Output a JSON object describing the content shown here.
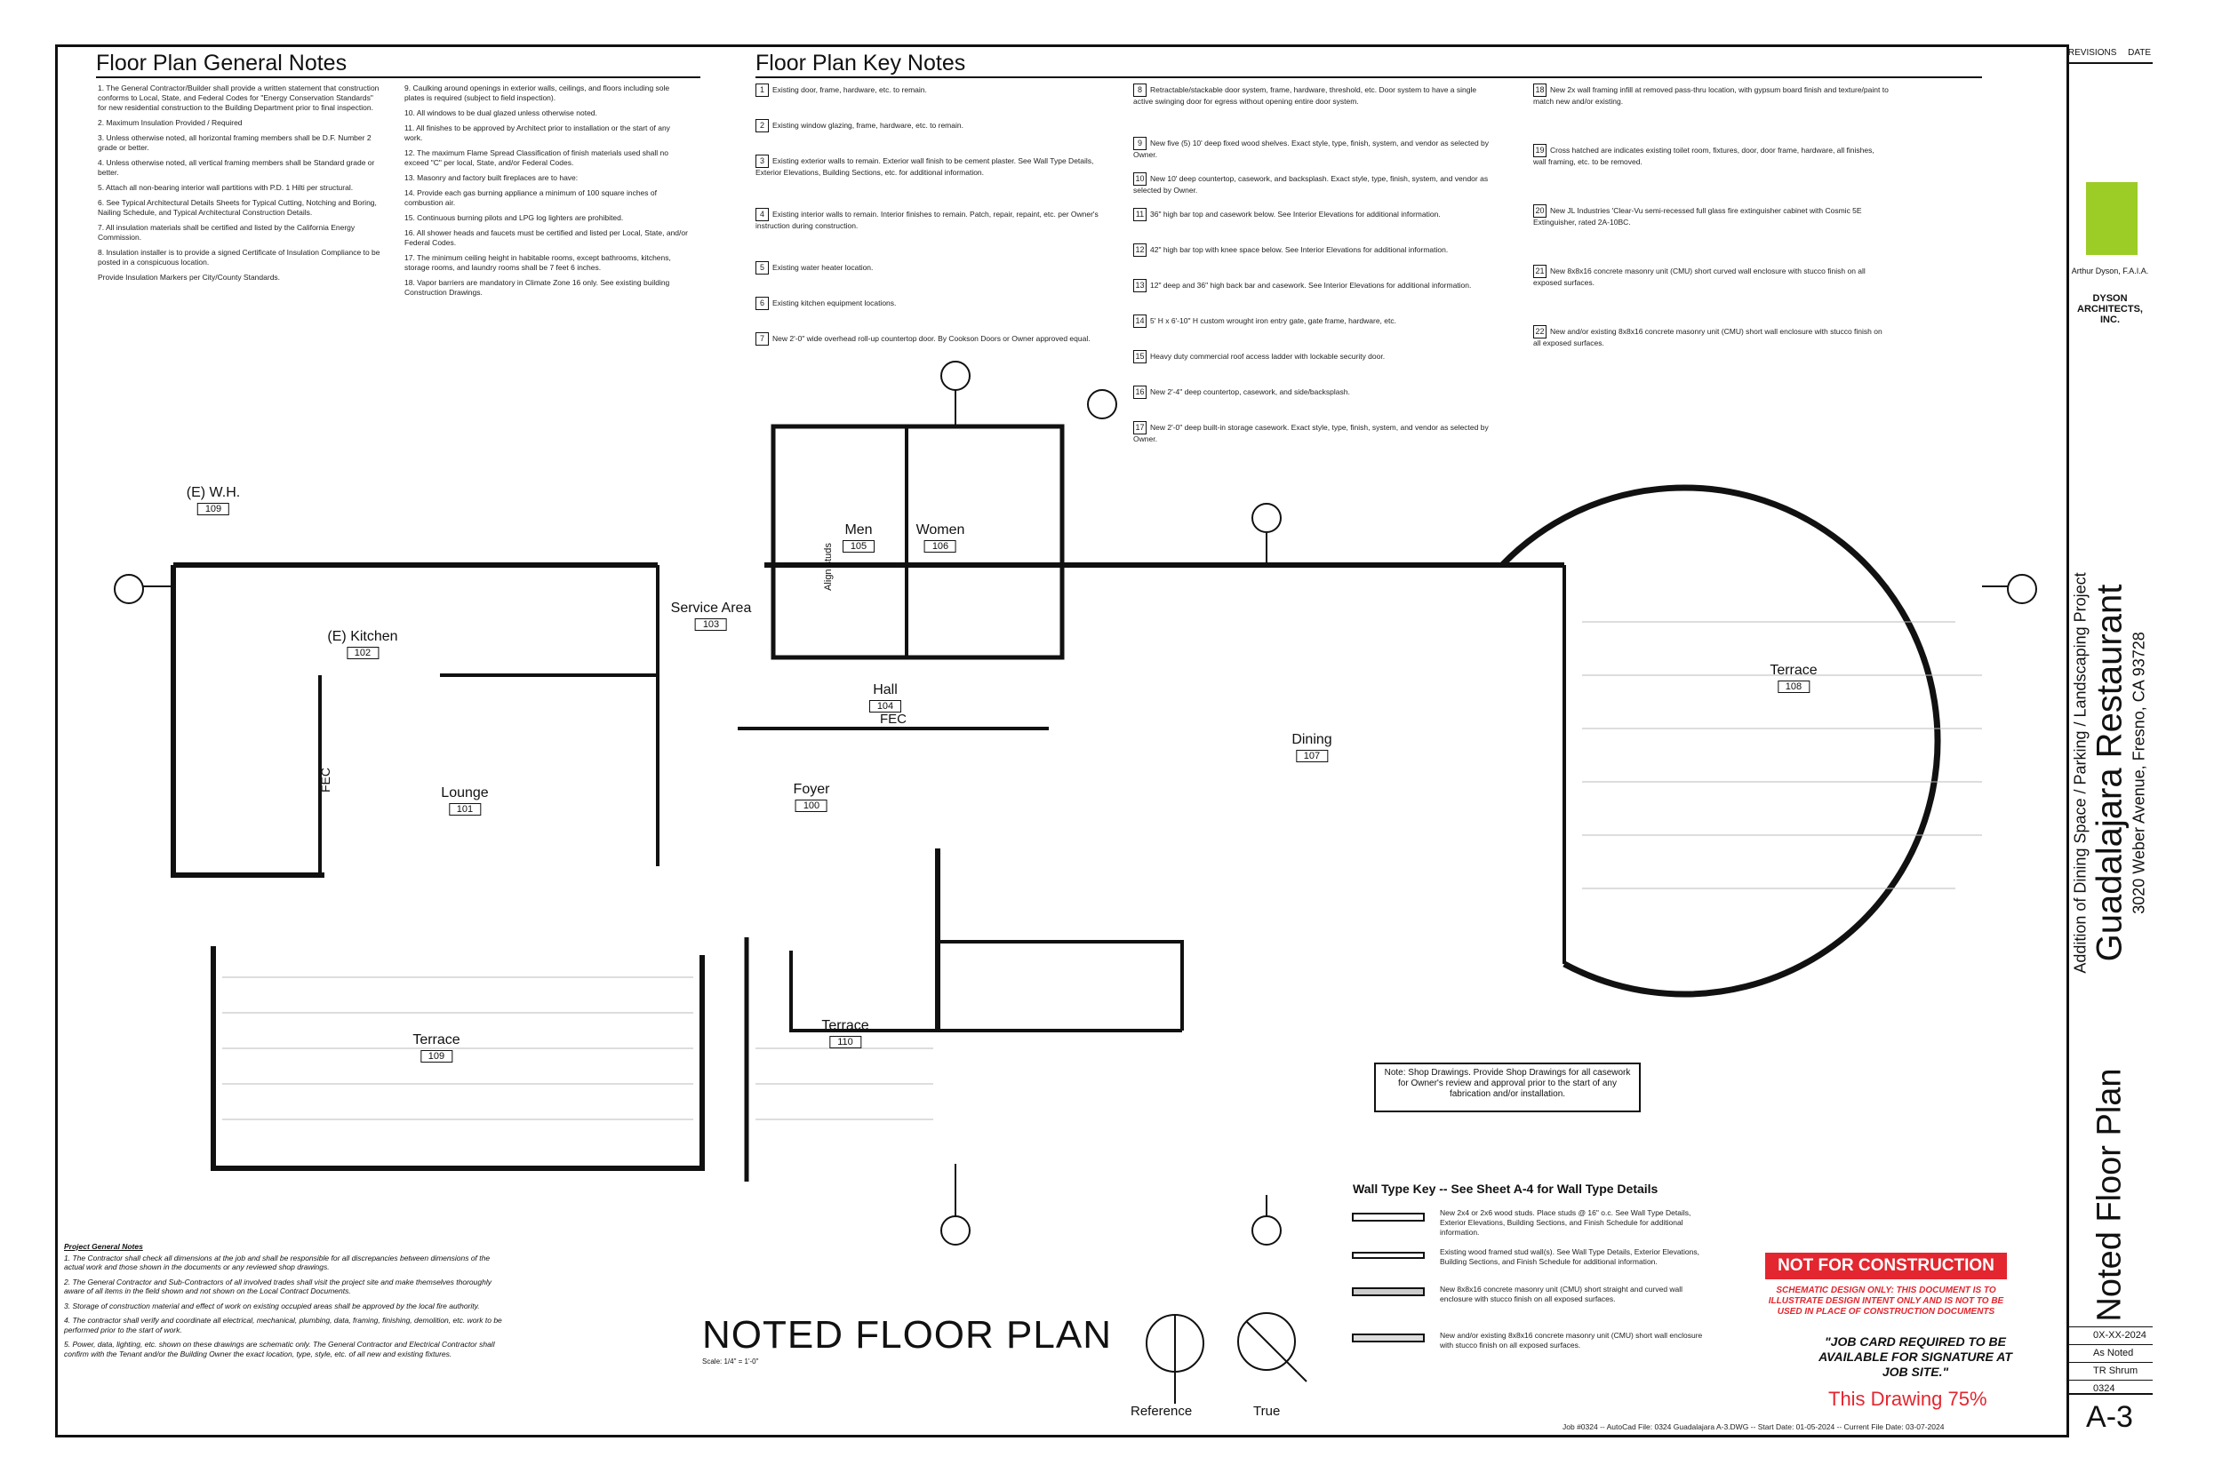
{
  "sections": {
    "general_notes_title": "Floor Plan General Notes",
    "key_notes_title": "Floor Plan Key Notes"
  },
  "general_notes": {
    "col1": [
      "1. The General Contractor/Builder shall provide a written statement that construction conforms to Local, State, and Federal Codes for \"Energy Conservation Standards\" for new residential construction to the Building Department prior to final inspection.",
      "2. Maximum Insulation Provided / Required",
      "3. Unless otherwise noted, all horizontal framing members shall be D.F. Number 2 grade or better.",
      "4. Unless otherwise noted, all vertical framing members shall be Standard grade or better.",
      "5. Attach all non-bearing interior wall partitions with P.D. 1 Hilti per structural.",
      "6. See Typical Architectural Details Sheets for Typical Cutting, Notching and Boring, Nailing Schedule, and Typical Architectural Construction Details.",
      "7. All insulation materials shall be certified and listed by the California Energy Commission.",
      "8. Insulation installer is to provide a signed Certificate of Insulation Compliance to be posted in a conspicuous location.",
      "Provide Insulation Markers per City/County Standards."
    ],
    "col2": [
      "9. Caulking around openings in exterior walls, ceilings, and floors including sole plates is required (subject to field inspection).",
      "10. All windows to be dual glazed unless otherwise noted.",
      "11. All finishes to be approved by Architect prior to installation or the start of any work.",
      "12. The maximum Flame Spread Classification of finish materials used shall no exceed \"C\" per local, State, and/or Federal Codes.",
      "13. Masonry and factory built fireplaces are to have:",
      "14. Provide each gas burning appliance a minimum of 100 square inches of combustion air.",
      "15. Continuous burning pilots and LPG log lighters are prohibited.",
      "16. All shower heads and faucets must be certified and listed per Local, State, and/or Federal Codes.",
      "17. The minimum ceiling height in habitable rooms, except bathrooms, kitchens, storage rooms, and laundry rooms shall be 7 feet 6 inches.",
      "18. Vapor barriers are mandatory in Climate Zone 16 only. See existing building Construction Drawings."
    ]
  },
  "key_notes": [
    {
      "num": "1",
      "text": "Existing door, frame, hardware, etc. to remain."
    },
    {
      "num": "2",
      "text": "Existing window glazing, frame, hardware, etc. to remain."
    },
    {
      "num": "3",
      "text": "Existing exterior walls to remain. Exterior wall finish to be cement plaster. See Wall Type Details, Exterior Elevations, Building Sections, etc. for additional information."
    },
    {
      "num": "4",
      "text": "Existing interior walls to remain. Interior finishes to remain. Patch, repair, repaint, etc. per Owner's instruction during construction."
    },
    {
      "num": "5",
      "text": "Existing water heater location."
    },
    {
      "num": "6",
      "text": "Existing kitchen equipment locations."
    },
    {
      "num": "7",
      "text": "New 2'-0\" wide overhead roll-up countertop door. By Cookson Doors or Owner approved equal."
    },
    {
      "num": "8",
      "text": "Retractable/stackable door system, frame, hardware, threshold, etc. Door system to have a single active swinging door for egress without opening entire door system."
    },
    {
      "num": "9",
      "text": "New five (5) 10' deep fixed wood shelves. Exact style, type, finish, system, and vendor as selected by Owner."
    },
    {
      "num": "10",
      "text": "New 10' deep countertop, casework, and backsplash. Exact style, type, finish, system, and vendor as selected by Owner."
    },
    {
      "num": "11",
      "text": "36\" high bar top and casework below. See Interior Elevations for additional information."
    },
    {
      "num": "12",
      "text": "42\" high bar top with knee space below. See Interior Elevations for additional information."
    },
    {
      "num": "13",
      "text": "12\" deep and 36\" high back bar and casework. See Interior Elevations for additional information."
    },
    {
      "num": "14",
      "text": "5' H x 6'-10\" H custom wrought iron entry gate, gate frame, hardware, etc."
    },
    {
      "num": "15",
      "text": "Heavy duty commercial roof access ladder with lockable security door."
    },
    {
      "num": "16",
      "text": "New 2'-4\" deep countertop, casework, and side/backsplash."
    },
    {
      "num": "17",
      "text": "New 2'-0\" deep built-in storage casework. Exact style, type, finish, system, and vendor as selected by Owner."
    },
    {
      "num": "18",
      "text": "New 2x wall framing infill at removed pass-thru location, with gypsum board finish and texture/paint to match new and/or existing."
    },
    {
      "num": "19",
      "text": "Cross hatched are indicates existing toilet room, fixtures, door, door frame, hardware, all finishes, wall framing, etc. to be removed."
    },
    {
      "num": "20",
      "text": "New JL Industries 'Clear-Vu semi-recessed full glass fire extinguisher cabinet with Cosmic 5E Extinguisher, rated 2A-10BC."
    },
    {
      "num": "21",
      "text": "New 8x8x16 concrete masonry unit (CMU) short curved wall enclosure with stucco finish on all exposed surfaces."
    },
    {
      "num": "22",
      "text": "New and/or existing 8x8x16 concrete masonry unit (CMU) short wall enclosure with stucco finish on all exposed surfaces."
    }
  ],
  "rooms": [
    {
      "name": "(E) Kitchen",
      "num": "102"
    },
    {
      "name": "Service Area",
      "num": "103"
    },
    {
      "name": "Men",
      "num": "105"
    },
    {
      "name": "Women",
      "num": "106"
    },
    {
      "name": "Hall",
      "num": "104"
    },
    {
      "name": "Lounge",
      "num": "101"
    },
    {
      "name": "Foyer",
      "num": "100"
    },
    {
      "name": "Dining",
      "num": "107"
    },
    {
      "name": "Terrace",
      "num": "108"
    },
    {
      "name": "Terrace",
      "num": "109"
    },
    {
      "name": "Terrace",
      "num": "110"
    },
    {
      "name": "(E) W.H.",
      "num": "109"
    }
  ],
  "labels": {
    "fec_1": "FEC",
    "fec_2": "FEC",
    "align_studs": "Align studs"
  },
  "drawing": {
    "title": "NOTED FLOOR PLAN",
    "scale": "Scale: 1/4\" = 1'-0\"",
    "north_reference": "Reference",
    "north_true": "True"
  },
  "shop_note": "Note: Shop Drawings. Provide Shop Drawings for all casework for Owner's review and approval prior to the start of any fabrication and/or installation.",
  "wall_type_key": {
    "title": "Wall Type Key -- See Sheet A-4 for Wall Type Details",
    "rows": [
      "New 2x4 or 2x6 wood studs. Place studs @ 16\" o.c. See Wall Type Details, Exterior Elevations, Building Sections, and Finish Schedule for additional information.",
      "Existing wood framed stud wall(s). See Wall Type Details, Exterior Elevations, Building Sections, and Finish Schedule for additional information.",
      "New 8x8x16 concrete masonry unit (CMU) short straight and curved wall enclosure with stucco finish on all exposed surfaces.",
      "New and/or existing 8x8x16 concrete masonry unit (CMU) short wall enclosure with stucco finish on all exposed surfaces."
    ]
  },
  "stamp": {
    "banner": "NOT FOR CONSTRUCTION",
    "text": "SCHEMATIC DESIGN ONLY: THIS DOCUMENT IS TO ILLUSTRATE DESIGN INTENT ONLY AND IS NOT TO BE USED IN PLACE OF CONSTRUCTION DOCUMENTS",
    "job_card": "\"JOB CARD REQUIRED TO BE AVAILABLE FOR SIGNATURE AT JOB SITE.\"",
    "this_drawing": "This Drawing 75%"
  },
  "footer": "Job #0324 -- AutoCad File: 0324 Guadalajara A-3.DWG -- Start Date: 01-05-2024 -- Current File Date: 03-07-2024",
  "project_notes": {
    "title": "Project General Notes",
    "items": [
      "1. The Contractor shall check all dimensions at the job and shall be responsible for all discrepancies between dimensions of the actual work and those shown in the documents or any reviewed shop drawings.",
      "2. The General Contractor and Sub-Contractors of all involved trades shall visit the project site and make themselves thoroughly aware of all items in the field shown and not shown on the Local Contract Documents.",
      "3. Storage of construction material and effect of work on existing occupied areas shall be approved by the local fire authority.",
      "4. The contractor shall verify and coordinate all electrical, mechanical, plumbing, data, framing, finishing, demolition, etc. work to be performed prior to the start of work.",
      "5. Power, data, lighting, etc. shown on these drawings are schematic only. The General Contractor and Electrical Contractor shall confirm with the Tenant and/or the Building Owner the exact location, type, style, etc. of all new and existing fixtures."
    ]
  },
  "title_block": {
    "revisions": "REVISIONS",
    "date_head": "DATE",
    "architect": "Arthur Dyson, F.A.I.A.",
    "firm": "DYSON ARCHITECTS, INC.",
    "project": "Addition of Dining Space / Parking / Landscaping Project",
    "name": "Guadalajara Restaurant",
    "address": "3020 Weber Avenue, Fresno, CA 93728",
    "sheet_name": "Noted Floor Plan",
    "date": "0X-XX-2024",
    "scale": "As Noted",
    "drawn_by": "TR Shrum",
    "job": "0324",
    "sheet_num": "A-3"
  },
  "colors": {
    "accent_red": "#e3262f",
    "brand_green": "#9ccc26",
    "ink": "#111111"
  }
}
